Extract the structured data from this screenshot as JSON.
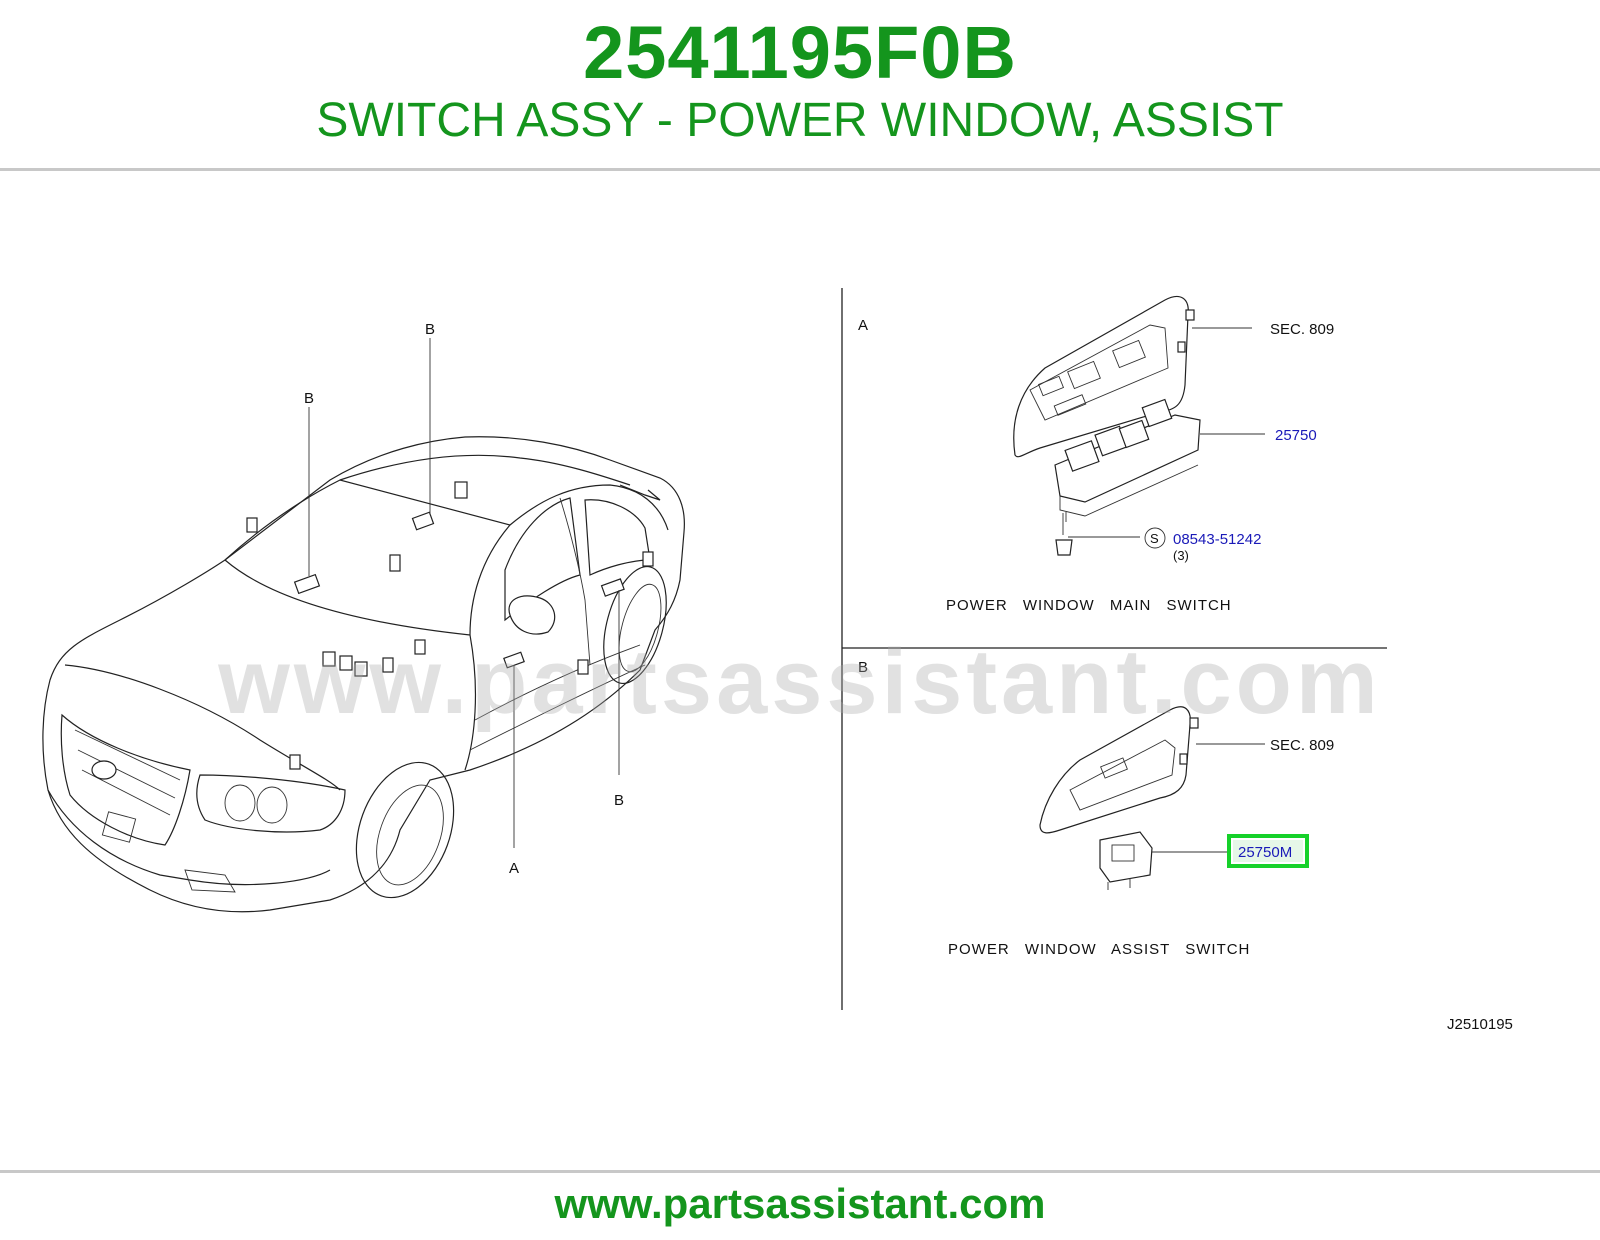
{
  "header": {
    "part_number": "2541195F0B",
    "part_title": "SWITCH ASSY - POWER WINDOW, ASSIST"
  },
  "diagram": {
    "car_callouts": {
      "b_top_center": "B",
      "b_top_left": "B",
      "b_right": "B",
      "a_bottom": "A"
    },
    "section_a": {
      "label": "A",
      "sec_ref": "SEC.   809",
      "part_25750": "25750",
      "screw_symbol": "S",
      "screw_part": "08543-51242",
      "screw_qty": "(3)",
      "caption": "POWER WINDOW MAIN SWITCH"
    },
    "section_b": {
      "label": "B",
      "sec_ref": "SEC.   809",
      "part_highlight": "25750M",
      "caption": "POWER WINDOW ASSIST SWITCH"
    },
    "drawing_id": "J2510195",
    "watermark": "www.partsassistant.com",
    "highlight_color": "#16d12a",
    "link_color": "#1a1ab8"
  },
  "footer": {
    "url": "www.partsassistant.com"
  },
  "colors": {
    "brand_green": "#14951d",
    "rule_gray": "#c8c8c8"
  }
}
